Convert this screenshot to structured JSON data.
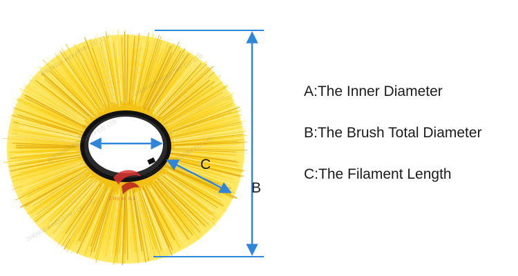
{
  "labels": {
    "a_label": "",
    "b_label": "B",
    "c_label": "C"
  },
  "legend": {
    "a": "A:The Inner Diameter",
    "b": "B:The Brush Total Diameter",
    "c": "C:The Filament Length"
  },
  "watermark": {
    "company": "ZHENGDA INDUSTRY CO.,LTD.",
    "short": "ZHEN DA"
  },
  "colors": {
    "bristle_light": "#ffe45a",
    "bristle_mid": "#f7cd1a",
    "bristle_dark": "#e2a80f",
    "hub_black": "#151515",
    "dimension_blue": "#2f86d8",
    "logo_red": "#d8312f"
  },
  "icons": {
    "logo": "zhengda-logo-icon"
  }
}
